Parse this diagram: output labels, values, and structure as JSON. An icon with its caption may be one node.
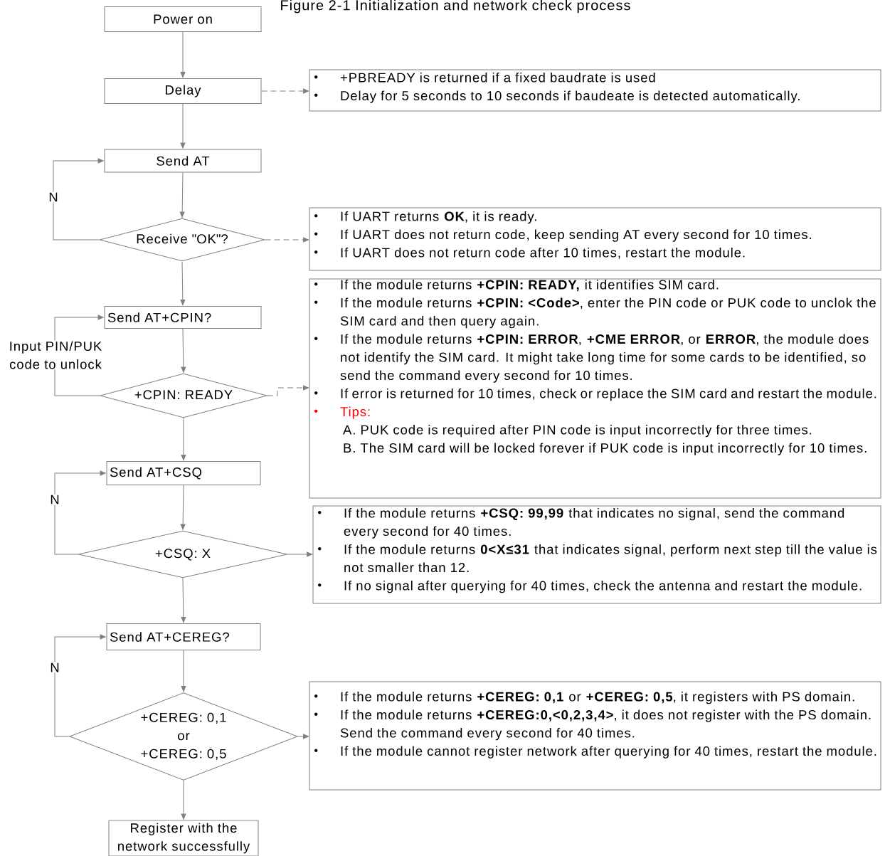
{
  "diagram": {
    "title": "Figure 2-1 Initialization and network check process",
    "nodes": [
      {
        "text": [
          "Power on"
        ]
      },
      {
        "text": [
          "Delay"
        ]
      },
      {
        "text": [
          "+PBREADY is returned if a fixed baudrate is used",
          "Delay for 5 seconds to 10 seconds if baudeate is detected automatically."
        ]
      },
      {
        "text": [
          "Send AT"
        ]
      },
      {
        "text": [
          "Receive \"OK\"?"
        ]
      },
      {
        "text": [
          "If UART returns **OK**, it is ready.",
          "If UART does not return code, keep sending AT every second for 10 times.",
          "If UART does not return code after 10 times, restart the module."
        ]
      },
      {
        "text": [
          "Send AT+CPIN?"
        ]
      },
      {
        "text": [
          "+CPIN: READY"
        ]
      },
      {
        "text": [
          "If the module returns **+CPIN: READY,** it identifies SIM card.",
          "If the module returns **+CPIN: <Code>**, enter the PIN code or PUK code to unclok the SIM card and then query again.",
          "If the module returns **+CPIN: ERROR**, **+CME ERROR**, or **ERROR**, the module does not identify the SIM card. It might take long time for some cards to be identified, so send the command every second for 10 times.",
          "If error is returned for 10 times, check or replace the SIM card and restart the module.",
          "Tips:",
          "A. PUK code is required after PIN code is input incorrectly for three times.",
          "B. The SIM card will be locked forever if PUK code is input incorrectly for 10 times."
        ]
      },
      {
        "text": [
          "Send AT+CSQ"
        ]
      },
      {
        "text": [
          "+CSQ: X"
        ]
      },
      {
        "text": [
          "If the module returns **+CSQ: 99,99** that indicates no signal, send the command every second for 40 times.",
          "If the module returns **0<X≤31** that indicates signal, perform next step till the value is not smaller than 12.",
          "If no signal after querying for 40 times, check the antenna and restart the module."
        ]
      },
      {
        "text": [
          "Send AT+CEREG?"
        ]
      },
      {
        "text": [
          "+CEREG: 0,1",
          "or",
          "+CEREG: 0,5"
        ]
      },
      {
        "text": [
          "If the module returns **+CEREG: 0,1** or **+CEREG: 0,5**, it registers with PS domain.",
          "If the module returns **+CEREG:0,<0,2,3,4>**, it does not register with the PS domain. Send the command every second for 40 times.",
          "If the module cannot register network after querying for 40 times, restart the module."
        ]
      },
      {
        "text": [
          "Register with the network successfully"
        ]
      }
    ],
    "edges": [
      {
        "from": 0,
        "to": 1,
        "arrow": "to"
      },
      {
        "from": 1,
        "to": 2,
        "arrow": "to",
        "style": "dashed"
      },
      {
        "from": 1,
        "to": 3,
        "arrow": "to"
      },
      {
        "from": 3,
        "to": 4,
        "arrow": "to"
      },
      {
        "from": 4,
        "to": 3,
        "arrow": "to",
        "label": "N"
      },
      {
        "from": 4,
        "to": 5,
        "arrow": "to",
        "style": "dashed"
      },
      {
        "from": 4,
        "to": 6,
        "arrow": "to"
      },
      {
        "from": 6,
        "to": 7,
        "arrow": "to"
      },
      {
        "from": 7,
        "to": 6,
        "arrow": "to",
        "label": "Input PIN/PUK code to unlock"
      },
      {
        "from": 7,
        "to": 8,
        "arrow": "to",
        "style": "dashed"
      },
      {
        "from": 7,
        "to": 9,
        "arrow": "to"
      },
      {
        "from": 9,
        "to": 10,
        "arrow": "to"
      },
      {
        "from": 10,
        "to": 9,
        "arrow": "to",
        "label": "N"
      },
      {
        "from": 10,
        "to": 11,
        "arrow": "to"
      },
      {
        "from": 10,
        "to": 12,
        "arrow": "to"
      },
      {
        "from": 12,
        "to": 13,
        "arrow": "to"
      },
      {
        "from": 13,
        "to": 12,
        "arrow": "to",
        "label": "N"
      },
      {
        "from": 13,
        "to": 14,
        "arrow": "to"
      },
      {
        "from": 13,
        "to": 15,
        "arrow": "to"
      }
    ]
  }
}
